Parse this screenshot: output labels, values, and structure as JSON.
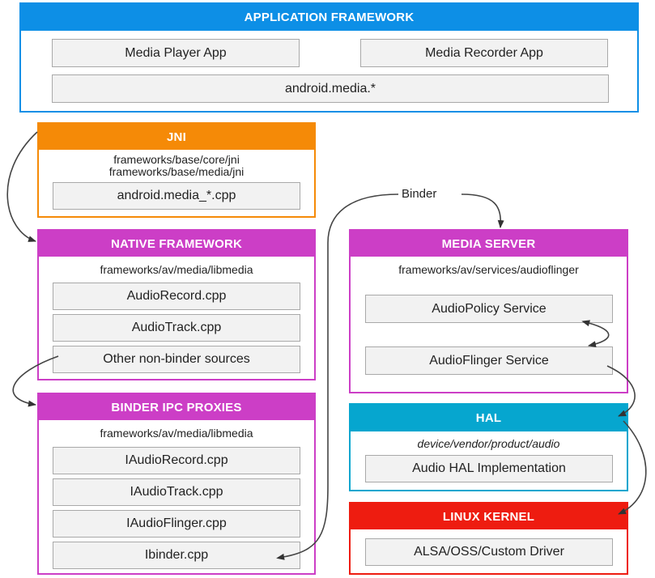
{
  "colors": {
    "app_framework": "#0d8fe6",
    "jni": "#f58a07",
    "native_framework": "#cc3ec6",
    "media_server": "#cc3ec6",
    "binder_ipc": "#cc3ec6",
    "hal": "#06a6cf",
    "linux_kernel": "#ee1c10"
  },
  "app_framework": {
    "title": "APPLICATION FRAMEWORK",
    "items": [
      "Media Player App",
      "Media Recorder App",
      "android.media.*"
    ]
  },
  "jni": {
    "title": "JNI",
    "paths": [
      "frameworks/base/core/jni",
      "frameworks/base/media/jni"
    ],
    "items": [
      "android.media_*.cpp"
    ]
  },
  "native_framework": {
    "title": "NATIVE FRAMEWORK",
    "path": "frameworks/av/media/libmedia",
    "items": [
      "AudioRecord.cpp",
      "AudioTrack.cpp",
      "Other non-binder sources"
    ]
  },
  "binder_ipc": {
    "title": "BINDER IPC PROXIES",
    "path": "frameworks/av/media/libmedia",
    "items": [
      "IAudioRecord.cpp",
      "IAudioTrack.cpp",
      "IAudioFlinger.cpp",
      "Ibinder.cpp"
    ]
  },
  "media_server": {
    "title": "MEDIA SERVER",
    "path": "frameworks/av/services/audioflinger",
    "items": [
      "AudioPolicy Service",
      "AudioFlinger Service"
    ]
  },
  "hal": {
    "title": "HAL",
    "path": "device/vendor/product/audio",
    "items": [
      "Audio HAL Implementation"
    ]
  },
  "linux_kernel": {
    "title": "LINUX KERNEL",
    "items": [
      "ALSA/OSS/Custom Driver"
    ]
  },
  "binder_label": "Binder"
}
